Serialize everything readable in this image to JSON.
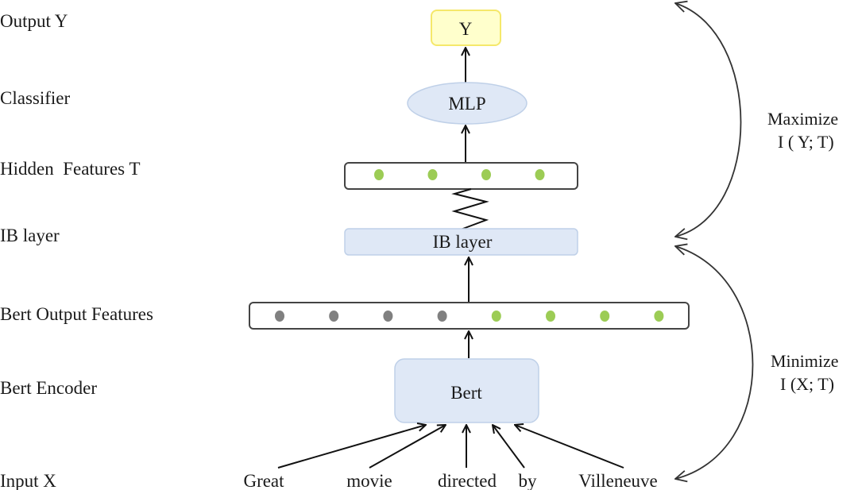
{
  "layers": [
    {
      "id": "output",
      "label": "Output Y"
    },
    {
      "id": "classifier",
      "label": "Classifier"
    },
    {
      "id": "hidden",
      "label": "Hidden  Features T"
    },
    {
      "id": "ib",
      "label": "IB layer"
    },
    {
      "id": "bert_out",
      "label": "Bert Output Features"
    },
    {
      "id": "encoder",
      "label": "Bert Encoder"
    },
    {
      "id": "input",
      "label": "Input X"
    }
  ],
  "nodes": {
    "output": {
      "text": "Y",
      "fill": "#ffffcc",
      "stroke": "#f5e86a"
    },
    "mlp": {
      "text": "MLP",
      "fill": "#dfe8f6",
      "stroke": "#bfd0e8"
    },
    "ib_layer": {
      "text": "IB layer",
      "fill": "#dfe8f6",
      "stroke": "#bfd0e8"
    },
    "bert": {
      "text": "Bert",
      "fill": "#dfe8f6",
      "stroke": "#bfd0e8"
    }
  },
  "hidden_features": {
    "dots": [
      "green",
      "green",
      "green",
      "green"
    ]
  },
  "bert_output_features": {
    "dots": [
      "gray",
      "gray",
      "gray",
      "gray",
      "green",
      "green",
      "green",
      "green"
    ]
  },
  "colors": {
    "green": "#9ccc55",
    "gray": "#808080",
    "frame": "#444444"
  },
  "input_words": [
    "Great",
    "movie",
    "directed",
    "by",
    "Villeneuve"
  ],
  "objectives": {
    "maximize": {
      "line1": "Maximize",
      "line2": "I ( Y; T)"
    },
    "minimize": {
      "line1": "Minimize",
      "line2": "I (X; T)"
    }
  }
}
